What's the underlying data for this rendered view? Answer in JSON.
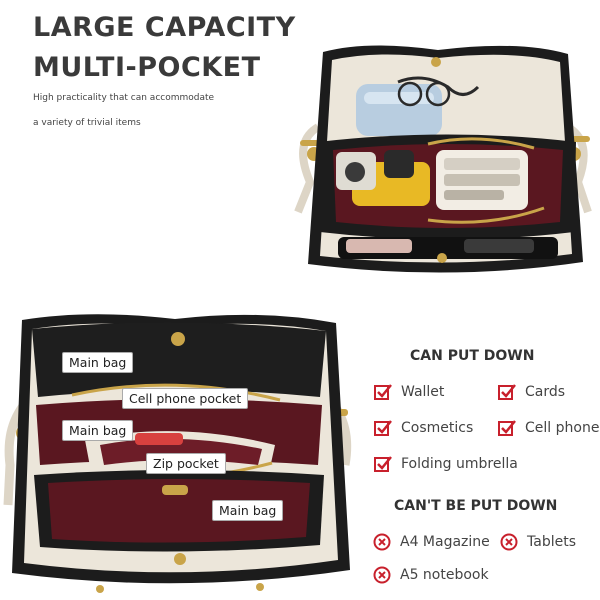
{
  "title": {
    "line1": "LARGE CAPACITY",
    "line2": "MULTI-POCKET"
  },
  "subtitle": {
    "line1": "High practicality that can accommodate",
    "line2": "a variety of trivial items"
  },
  "labels": {
    "main_bag_1": "Main bag",
    "cell_phone_pocket": "Cell phone pocket",
    "main_bag_2": "Main bag",
    "zip_pocket": "Zip pocket",
    "main_bag_3": "Main bag"
  },
  "can": {
    "heading": "CAN PUT DOWN",
    "items": [
      "Wallet",
      "Cards",
      "Cosmetics",
      "Cell phone",
      "Folding umbrella"
    ]
  },
  "cannot": {
    "heading": "CAN'T BE PUT DOWN",
    "items": [
      "A4 Magazine",
      "Tablets",
      "A5 notebook"
    ]
  },
  "colors": {
    "accent_red": "#c8202c",
    "bag_cream": "#ece6da",
    "bag_black": "#1c1c1c",
    "lining_burgundy": "#5a1720",
    "gold": "#c9a449"
  }
}
